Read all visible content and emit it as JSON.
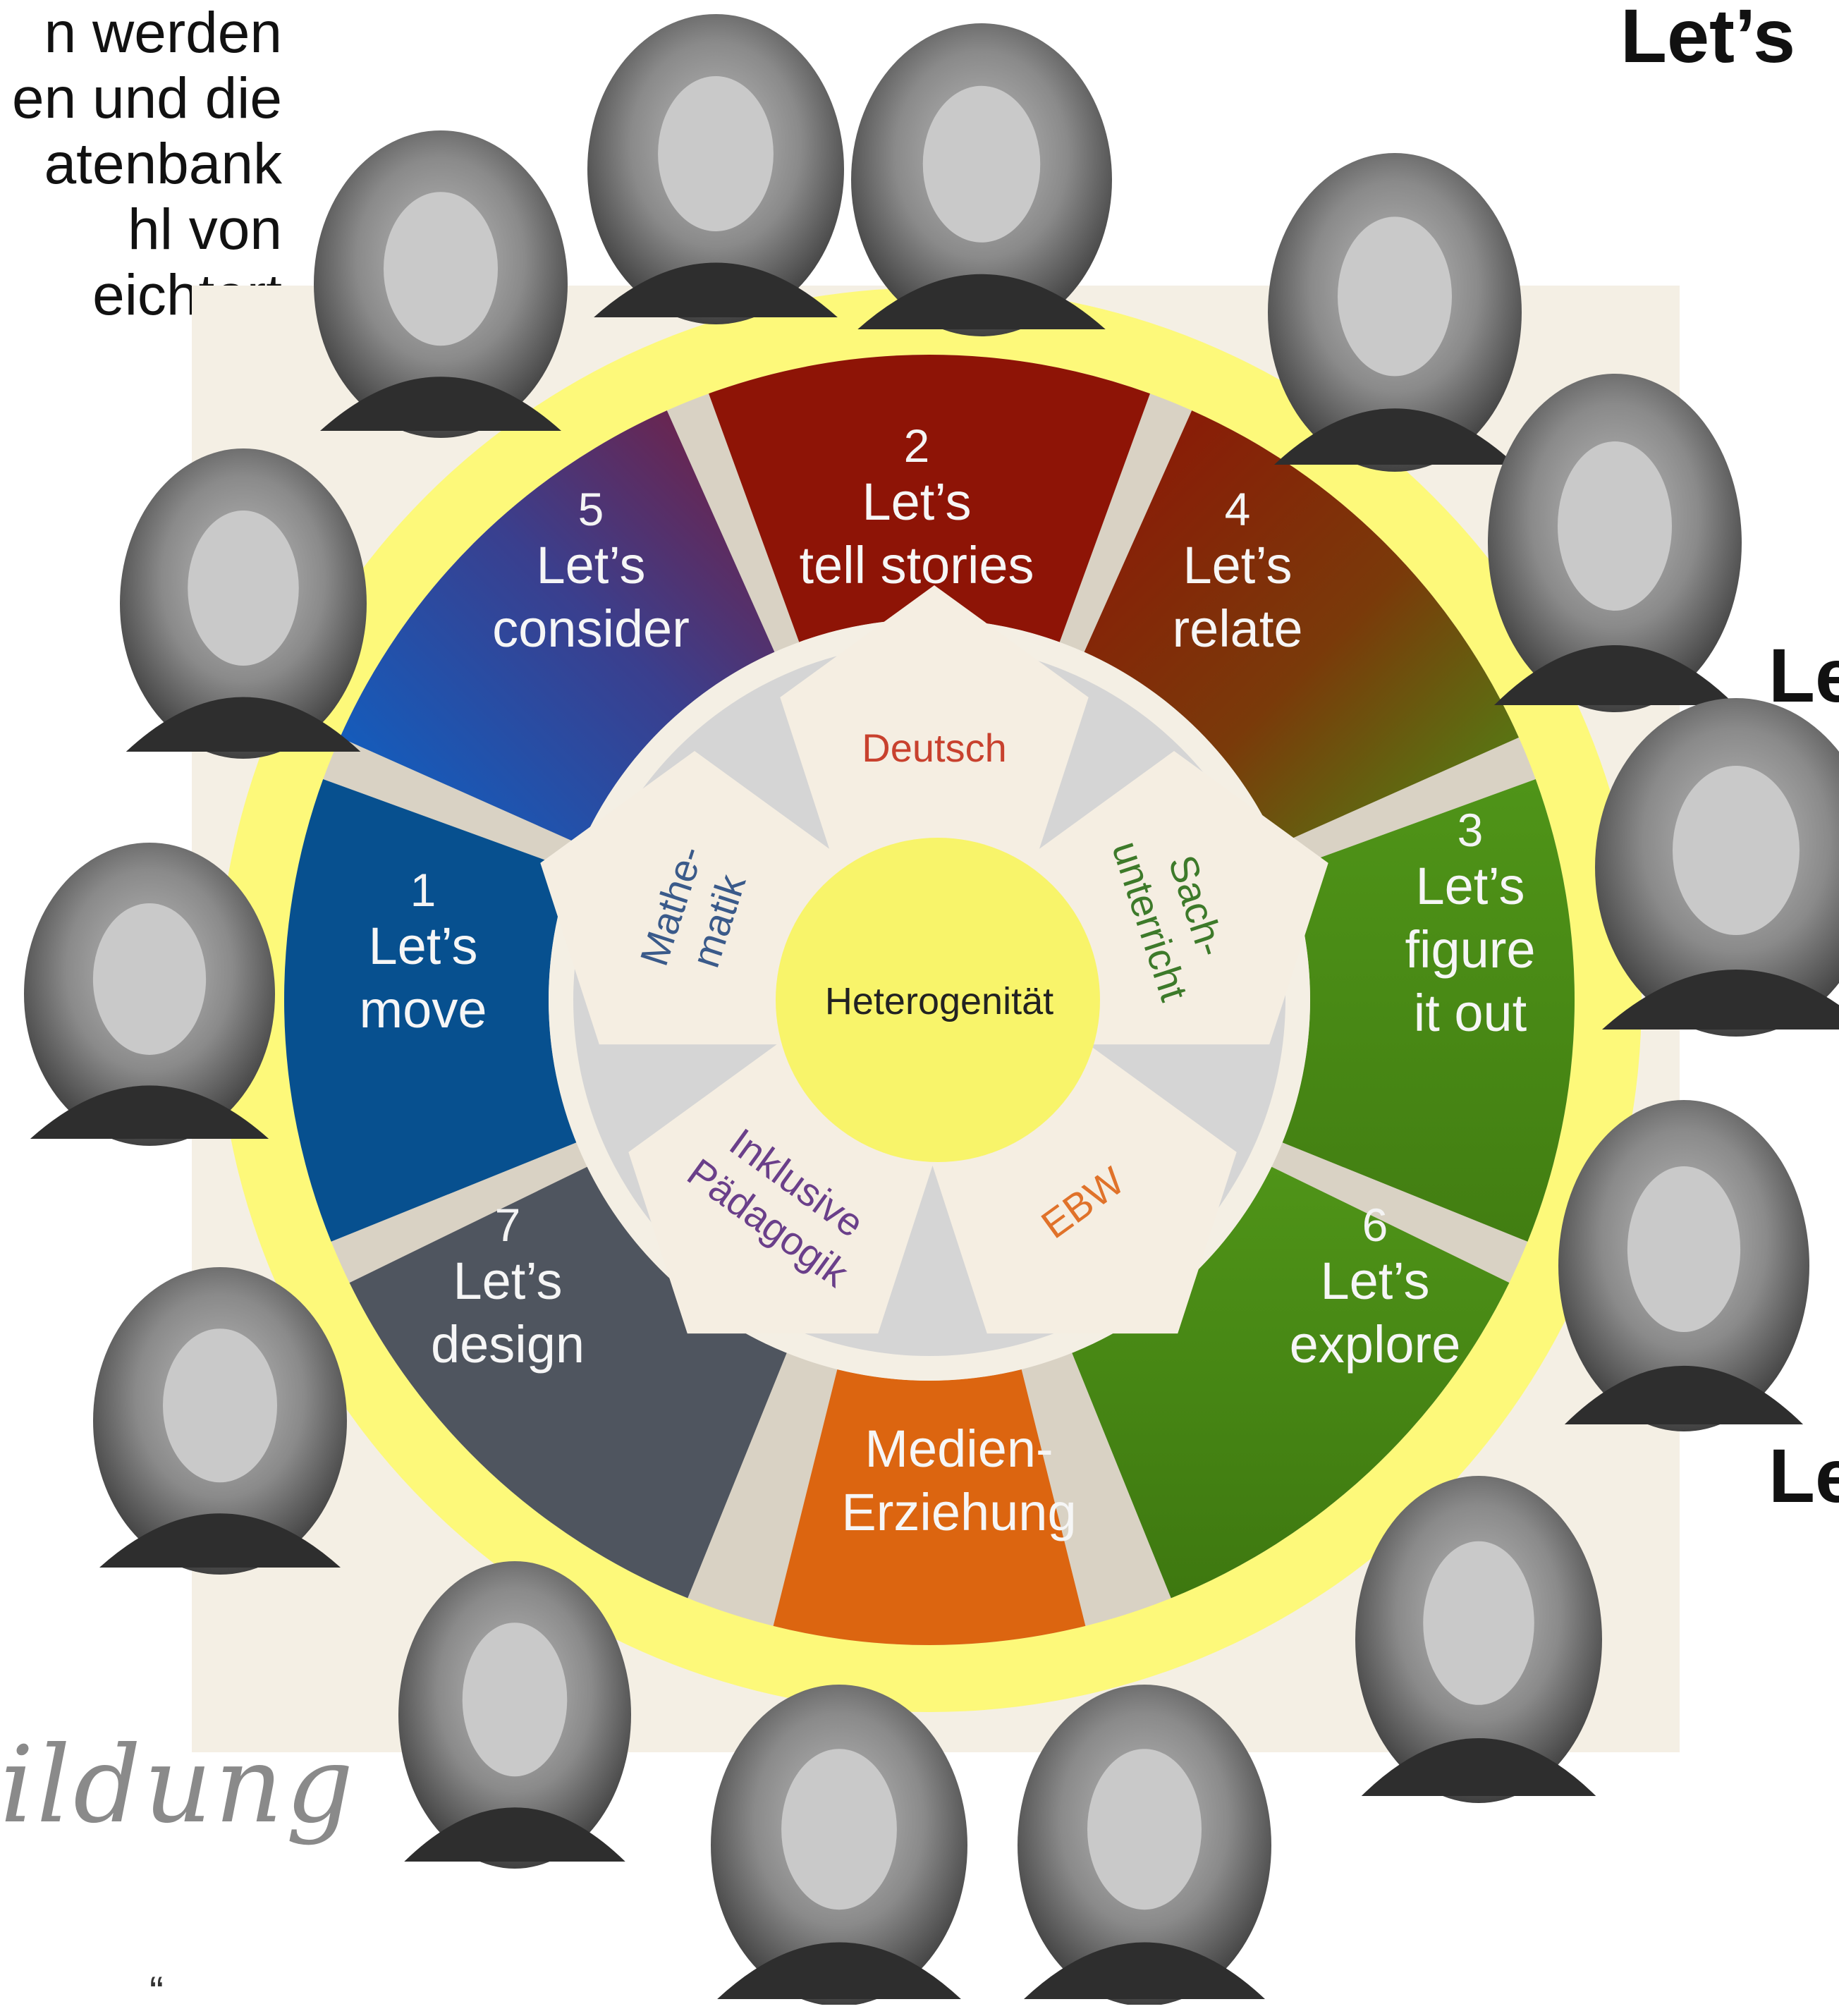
{
  "side_text": {
    "lines": [
      "n werden",
      "en und die",
      "atenbank",
      "hl von",
      "eichtert"
    ]
  },
  "heading_top_right": "Let’s",
  "heading_right_1": "Le",
  "heading_right_2": "Le",
  "script_word": "ildung",
  "quote_mark": "“",
  "wheel": {
    "segments": [
      {
        "id": "tell-stories",
        "number": "2",
        "lines": [
          "Let’s",
          "tell stories"
        ]
      },
      {
        "id": "relate",
        "number": "4",
        "lines": [
          "Let’s",
          "relate"
        ]
      },
      {
        "id": "figure-it-out",
        "number": "3",
        "lines": [
          "Let’s",
          "figure",
          "it out"
        ]
      },
      {
        "id": "explore",
        "number": "6",
        "lines": [
          "Let’s",
          "explore"
        ]
      },
      {
        "id": "medien",
        "number": "",
        "lines": [
          "Medien-",
          "Erziehung"
        ]
      },
      {
        "id": "design",
        "number": "7",
        "lines": [
          "Let’s",
          "design"
        ]
      },
      {
        "id": "move",
        "number": "1",
        "lines": [
          "Let’s",
          "move"
        ]
      },
      {
        "id": "consider",
        "number": "5",
        "lines": [
          "Let’s",
          "consider"
        ]
      }
    ],
    "subjects": [
      {
        "id": "deutsch",
        "lines": [
          "Deutsch"
        ],
        "color": "#c8412e"
      },
      {
        "id": "sachunterricht",
        "lines": [
          "Sach-",
          "unterricht"
        ],
        "color": "#3d7a2a"
      },
      {
        "id": "ebw",
        "lines": [
          "EBW"
        ],
        "color": "#e0722a"
      },
      {
        "id": "inklusive",
        "lines": [
          "Inklusive",
          "Pädagogik"
        ],
        "color": "#6a3f8a"
      },
      {
        "id": "mathematik",
        "lines": [
          "Mathe-",
          "matik"
        ],
        "color": "#3a5a8a"
      }
    ],
    "center_label": "Heterogenität"
  },
  "colors": {
    "yellow_ring": "#fdf97a",
    "tell_stories": "#8e1406",
    "move": "#07508f",
    "figure": "#4d8a16",
    "explore": "#4d8a16",
    "medien": "#dc6510",
    "design": "#4f555f",
    "inner_gray": "#d5d5d5",
    "cream": "#f4efe4"
  },
  "portraits": [
    {
      "name": "portrait-1"
    },
    {
      "name": "portrait-2"
    },
    {
      "name": "portrait-3"
    },
    {
      "name": "portrait-4"
    },
    {
      "name": "portrait-5"
    },
    {
      "name": "portrait-6"
    },
    {
      "name": "portrait-7"
    },
    {
      "name": "portrait-8"
    },
    {
      "name": "portrait-9"
    },
    {
      "name": "portrait-10"
    },
    {
      "name": "portrait-11"
    },
    {
      "name": "portrait-12"
    },
    {
      "name": "portrait-13"
    },
    {
      "name": "portrait-14"
    },
    {
      "name": "portrait-15"
    },
    {
      "name": "portrait-16"
    }
  ]
}
